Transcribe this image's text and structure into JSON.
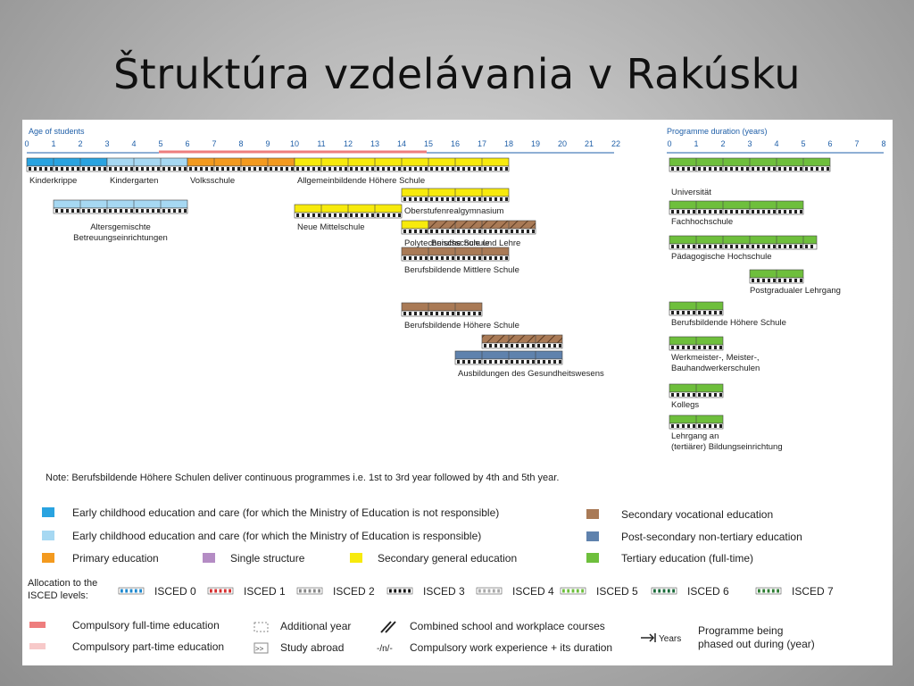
{
  "slide_title": "Štruktúra vzdelávania v Rakúsku",
  "axis_age_label": "Age of students",
  "axis_age_ticks": [
    "0",
    "1",
    "2",
    "3",
    "4",
    "5",
    "6",
    "7",
    "8",
    "9",
    "10",
    "11",
    "12",
    "13",
    "14",
    "15",
    "16",
    "17",
    "18",
    "19",
    "20",
    "21",
    "22"
  ],
  "axis_duration_label": "Programme duration (years)",
  "axis_duration_ticks": [
    "0",
    "1",
    "2",
    "3",
    "4",
    "5",
    "6",
    "7",
    "8"
  ],
  "colors": {
    "ecec_blue": "#29a3e0",
    "ecec_light": "#a6d8f2",
    "primary": "#f39a1f",
    "single": "#b48cc4",
    "secondary_general": "#f7ea0c",
    "secondary_vocational": "#a97a56",
    "post_secondary": "#5f82ad",
    "tertiary": "#6ebf3c",
    "compulsory_full": "#ee7d7d",
    "compulsory_part": "#f7c9c9",
    "axis_blue": "#1f5fa8"
  },
  "left_programmes": [
    {
      "label": "Kinderkrippe",
      "start": 0,
      "end": 3,
      "row": 0,
      "color": "ecec_blue"
    },
    {
      "label": "Kindergarten",
      "start": 3,
      "end": 6,
      "row": 0,
      "color": "ecec_light"
    },
    {
      "label": "Volksschule",
      "start": 6,
      "end": 10,
      "row": 0,
      "color": "primary"
    },
    {
      "label": "Allgemeinbildende Höhere Schule",
      "start": 10,
      "end": 18,
      "row": 0,
      "color": "secondary_general"
    },
    {
      "label": "Altersgemischte Betreuungseinrichtungen",
      "start": 1,
      "end": 6,
      "row": 1,
      "color": "ecec_light"
    },
    {
      "label": "Oberstufenrealgymnasium",
      "start": 14,
      "end": 18,
      "row": 2,
      "color": "secondary_general"
    },
    {
      "label": "Neue Mittelschule",
      "start": 10,
      "end": 14,
      "row": 3,
      "color": "secondary_general"
    },
    {
      "label": "Polytechnische Schule",
      "start": 14,
      "end": 15,
      "row": 4,
      "color": "secondary_general"
    },
    {
      "label": "Berufsschule und Lehre",
      "start": 15,
      "end": 19,
      "row": 4,
      "color": "secondary_vocational"
    },
    {
      "label": "Berufsbildende Mittlere Schule",
      "start": 14,
      "end": 18,
      "row": 5,
      "color": "secondary_vocational"
    },
    {
      "label": "Berufsbildende Höhere Schule",
      "start": 14,
      "end": 17,
      "row": 6,
      "color": "secondary_vocational"
    },
    {
      "label": "",
      "start": 17,
      "end": 20,
      "row": 7,
      "color": "secondary_vocational"
    },
    {
      "label": "Ausbildungen des Gesundheitswesens",
      "start": 16,
      "end": 20,
      "row": 8,
      "color": "post_secondary"
    }
  ],
  "right_programmes": [
    {
      "label": "Universität",
      "start": 0,
      "end": 6
    },
    {
      "label": "Fachhochschule",
      "start": 0,
      "end": 5
    },
    {
      "label": "Pädagogische Hochschule",
      "start": 0,
      "end": 5.5
    },
    {
      "label": "Postgradualer Lehrgang",
      "start": 3,
      "end": 5
    },
    {
      "label": "Berufsbildende Höhere Schule",
      "start": 0,
      "end": 2
    },
    {
      "label": "Werkmeister-, Meister-, Bauhandwerkerschulen",
      "start": 0,
      "end": 2
    },
    {
      "label": "Kollegs",
      "start": 0,
      "end": 2
    },
    {
      "label": "Lehrgang an (tertiärer) Bildungseinrichtung",
      "start": 0,
      "end": 2
    }
  ],
  "note": "Note:   Berufsbildende Höhere Schulen deliver continuous programmes i.e. 1st to 3rd year followed by 4th and 5th year.",
  "legend_items": [
    {
      "label": "Early childhood education and care (for which the Ministry of Education is not responsible)",
      "color": "ecec_blue"
    },
    {
      "label": "Early childhood education and care (for which the Ministry of Education is responsible)",
      "color": "ecec_light"
    },
    {
      "label": "Primary education",
      "color": "primary"
    },
    {
      "label": "Single structure",
      "color": "single"
    },
    {
      "label": "Secondary general education",
      "color": "secondary_general"
    },
    {
      "label": "Secondary vocational education",
      "color": "secondary_vocational"
    },
    {
      "label": "Post-secondary non-tertiary education",
      "color": "post_secondary"
    },
    {
      "label": "Tertiary education (full-time)",
      "color": "tertiary"
    }
  ],
  "isced_label_line1": "Allocation to the",
  "isced_label_line2": "ISCED levels:",
  "isced_levels": [
    "ISCED 0",
    "ISCED 1",
    "ISCED 2",
    "ISCED 3",
    "ISCED 4",
    "ISCED 5",
    "ISCED 6",
    "ISCED 7"
  ],
  "key_items": {
    "compulsory_full": "Compulsory full-time education",
    "compulsory_part": "Compulsory part-time education",
    "additional_year": "Additional year",
    "study_abroad": "Study abroad",
    "combined": "Combined school and workplace courses",
    "work_experience": "Compulsory work experience + its duration",
    "work_experience_symbol": "-/n/-",
    "study_abroad_symbol": ">>",
    "years_symbol": "Years",
    "phased_out_line1": "Programme being",
    "phased_out_line2": "phased out during (year)"
  }
}
